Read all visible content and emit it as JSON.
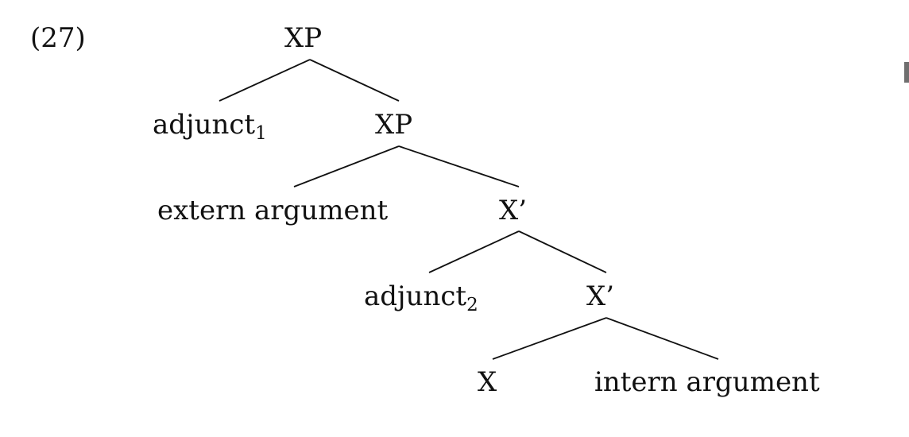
{
  "diagram": {
    "example_number": "(27)",
    "nodes": {
      "root": "XP",
      "adjunct1_base": "adjunct",
      "adjunct1_index": "1",
      "xp_inner": "XP",
      "extern_argument": "extern argument",
      "xbar_upper": "X’",
      "adjunct2_base": "adjunct",
      "adjunct2_index": "2",
      "xbar_lower": "X’",
      "head": "X",
      "intern_argument": "intern argument"
    },
    "colors": {
      "text": "#111111",
      "lines": "#111111",
      "page_tab": "#6f6f6f"
    }
  }
}
